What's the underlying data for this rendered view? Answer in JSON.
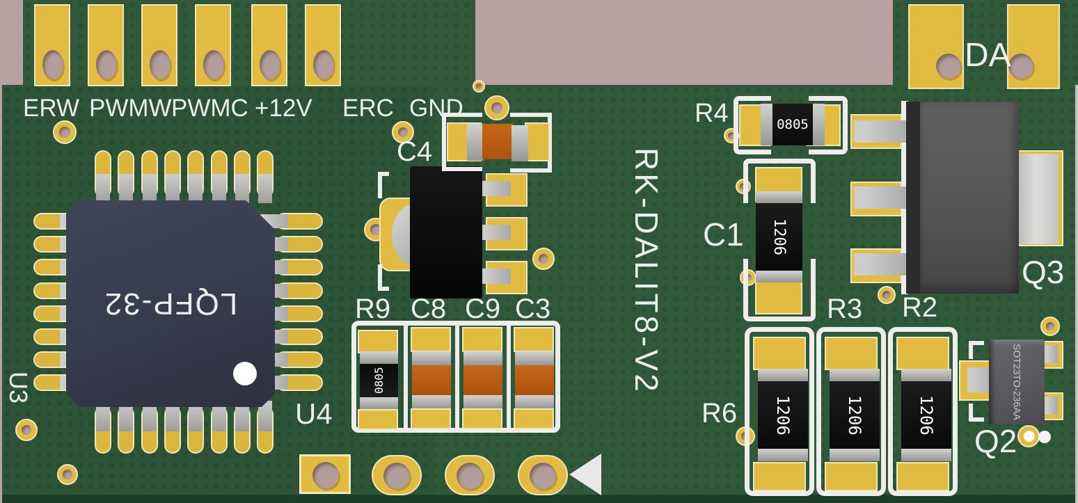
{
  "scene": {
    "description": "3D rendered top view of a green printed circuit board",
    "background_color": "#b7a2a1"
  },
  "board": {
    "title_vertical": "RK-DALIT8-V2",
    "soldermask_color": "#30593a",
    "silkscreen_color": "#ededec",
    "pad_gold_color": "#e2bc41",
    "hole_color": "#b29c9c",
    "capacitor_orange_color": "#bf5d12",
    "chip_black_color": "#101010"
  },
  "top_connector": {
    "pin_labels": [
      "ERW",
      "PWMW",
      "PWMC",
      "+12V",
      "ERC",
      "GND"
    ]
  },
  "da_connector": {
    "label": "DA"
  },
  "ics": {
    "u3_ref": "U3",
    "u4_ref": "U4",
    "u4_marking": "LQFP-32",
    "u4_pins_per_side": 8
  },
  "passives": {
    "c4_ref": "C4",
    "r9_ref": "R9",
    "r9_marking": "0805",
    "c8_ref": "C8",
    "c9_ref": "C9",
    "c3_ref": "C3",
    "r4_ref": "R4",
    "r4_marking": "0805",
    "c1_ref": "C1",
    "c1_marking": "1206",
    "r6_ref": "R6",
    "r6_marking": "1206",
    "r3_ref": "R3",
    "r3_marking": "1206",
    "r2_ref": "R2",
    "r2_marking": "1206"
  },
  "transistors": {
    "q3_ref": "Q3",
    "q2_ref": "Q2",
    "q2_marking_package": "SOT23",
    "q2_marking_jedec": "TO-236AA"
  }
}
